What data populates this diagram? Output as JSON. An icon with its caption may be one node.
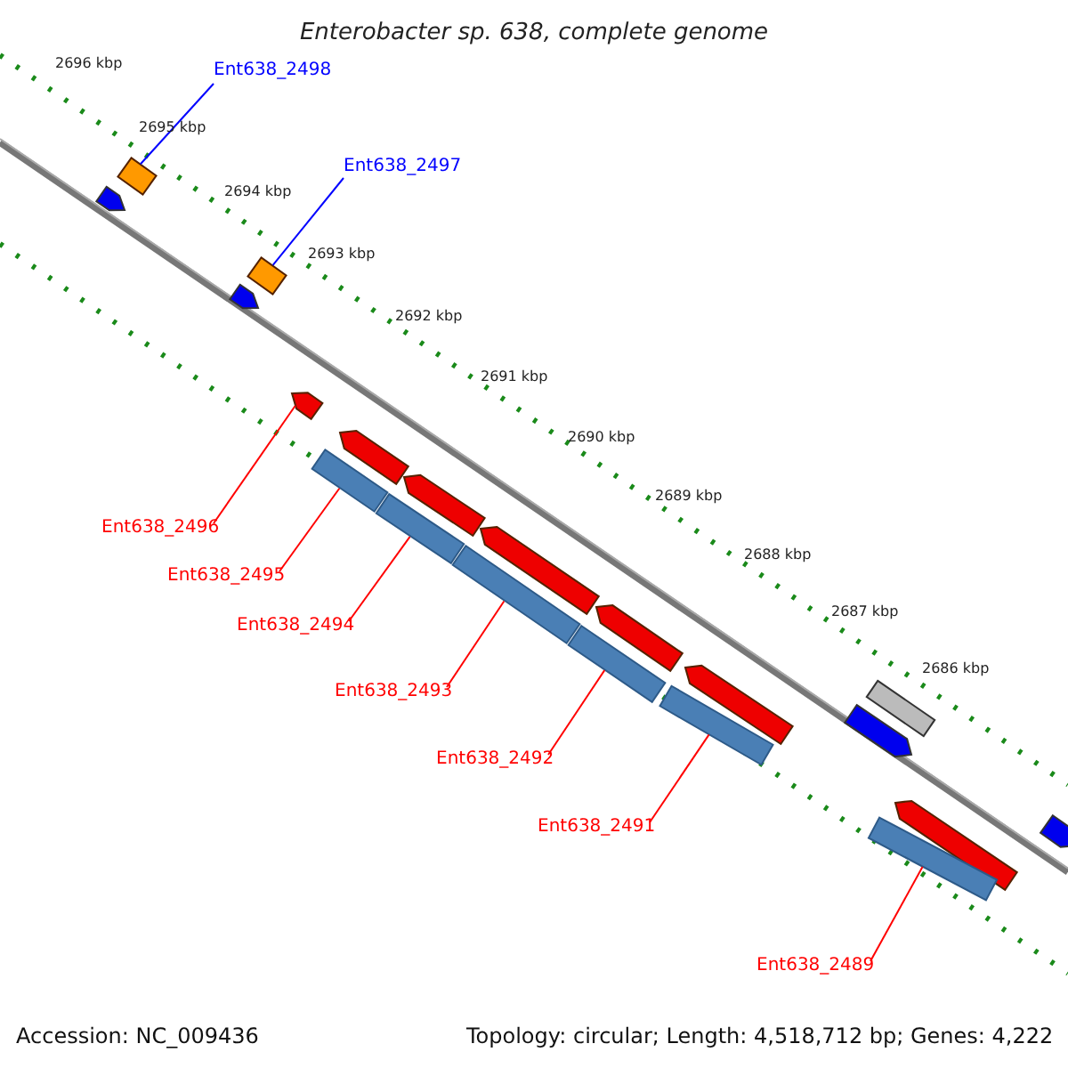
{
  "diagram": {
    "title": "Enterobacter sp. 638, complete genome",
    "nodes": [
      {
        "text": [
          "Ent638_2498"
        ]
      },
      {
        "text": [
          "Ent638_2497"
        ]
      },
      {
        "text": [
          "Ent638_2496"
        ]
      },
      {
        "text": [
          "Ent638_2495"
        ]
      },
      {
        "text": [
          "Ent638_2494"
        ]
      },
      {
        "text": [
          "Ent638_2493"
        ]
      },
      {
        "text": [
          "Ent638_2492"
        ]
      },
      {
        "text": [
          "Ent638_2491"
        ]
      },
      {
        "text": [
          "Ent638_2489"
        ]
      },
      {
        "text": [],
        "shape": "box"
      },
      {
        "text": [],
        "shape": "box"
      },
      {
        "text": [],
        "shape": "bar"
      },
      {
        "text": [],
        "shape": "bar"
      },
      {
        "text": [],
        "shape": "bar"
      },
      {
        "text": [],
        "shape": "bar"
      },
      {
        "text": [],
        "shape": "bar"
      },
      {
        "text": [],
        "shape": "bar"
      },
      {
        "text": [],
        "shape": "bar"
      }
    ],
    "edges": [
      {
        "from": 0,
        "to": 9,
        "arrow": "none",
        "color": "#0000ff"
      },
      {
        "from": 1,
        "to": 10,
        "arrow": "none",
        "color": "#0000ff"
      },
      {
        "from": 2,
        "to": 11,
        "arrow": "none"
      },
      {
        "from": 3,
        "to": 12,
        "arrow": "none"
      },
      {
        "from": 4,
        "to": 13,
        "arrow": "none"
      },
      {
        "from": 5,
        "to": 14,
        "arrow": "none"
      },
      {
        "from": 6,
        "to": 15,
        "arrow": "none"
      },
      {
        "from": 7,
        "to": 16,
        "arrow": "none"
      },
      {
        "from": 8,
        "to": 17,
        "arrow": "none"
      }
    ],
    "labels": [
      "2696 kbp",
      "2695 kbp",
      "2694 kbp",
      "2693 kbp",
      "2692 kbp",
      "2691 kbp",
      "2690 kbp",
      "2689 kbp",
      "2688 kbp",
      "2687 kbp",
      "2686 kbp",
      "Accession: NC_009436",
      "Topology: circular; Length: 4,518,712 bp; Genes: 4,222"
    ]
  }
}
